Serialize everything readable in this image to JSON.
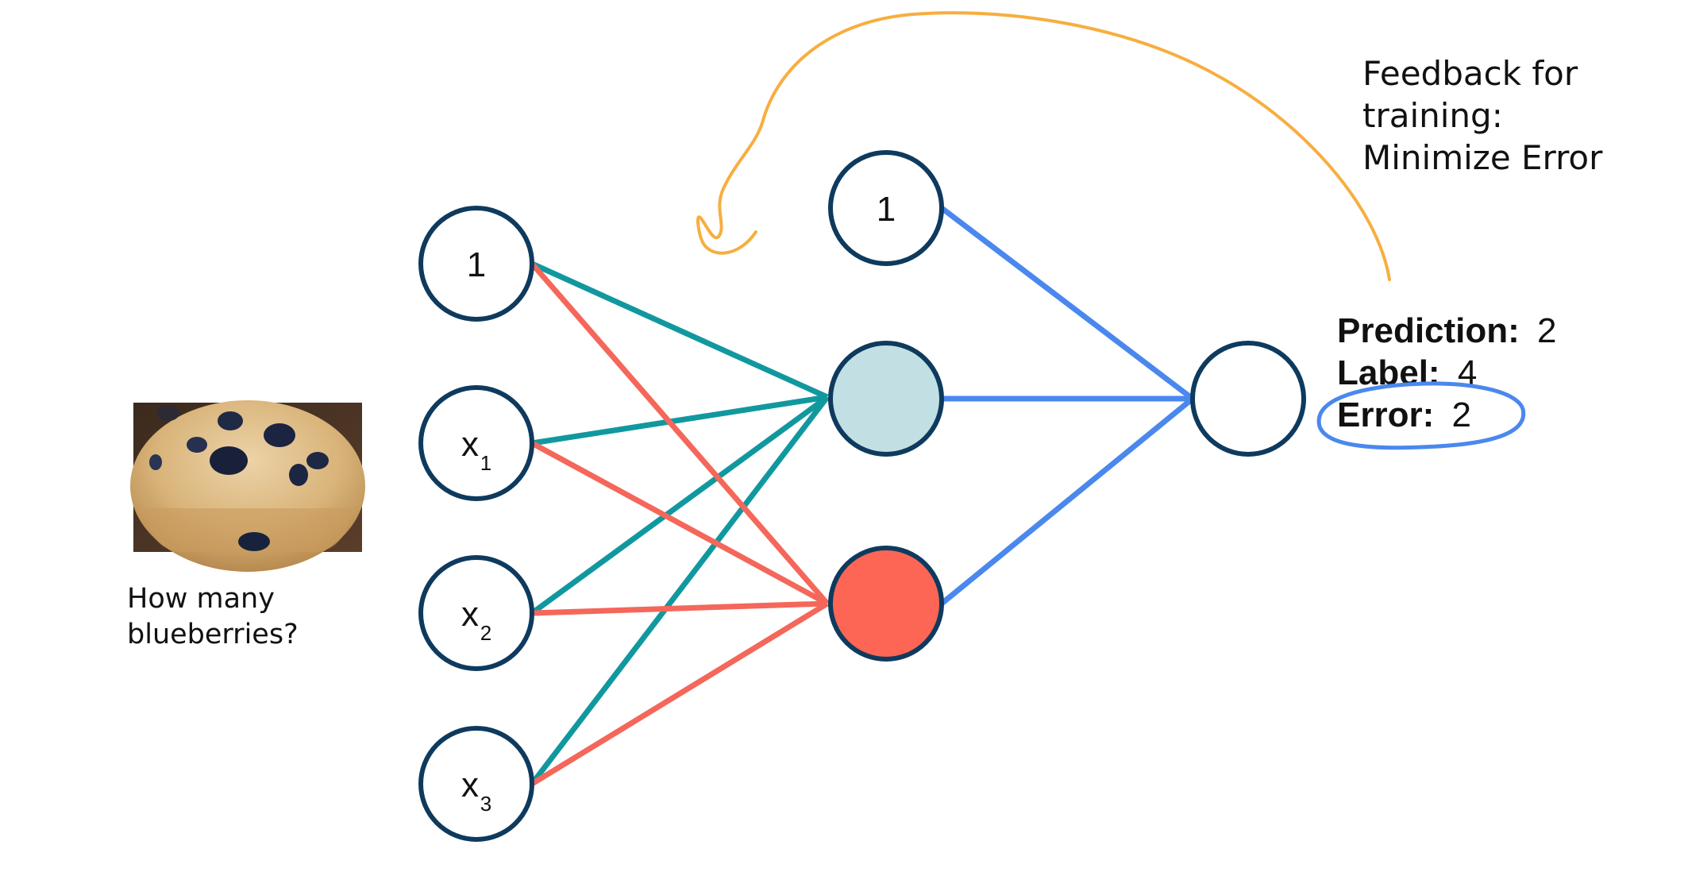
{
  "question": {
    "line1": "How many",
    "line2": "blueberries?"
  },
  "input_nodes": [
    {
      "main": "1",
      "sub": ""
    },
    {
      "main": "x",
      "sub": "1"
    },
    {
      "main": "x",
      "sub": "2"
    },
    {
      "main": "x",
      "sub": "3"
    }
  ],
  "bias_hidden": {
    "main": "1"
  },
  "feedback": {
    "line1": "Feedback for",
    "line2": "training:",
    "line3": "Minimize Error"
  },
  "results": {
    "prediction_key": "Prediction:",
    "prediction_value": "2",
    "label_key": "Label:",
    "label_value": "4",
    "error_key": "Error:",
    "error_value": "2"
  },
  "colors": {
    "node_border": "#0e3a5e",
    "teal_edge": "#11989f",
    "coral_edge": "#f4675a",
    "blue_edge": "#4a88ee",
    "hidden_teal_fill": "#c2dfe4",
    "hidden_coral_fill": "#fd6554",
    "feedback_arrow": "#f7ae3f",
    "error_circle": "#4a88ee"
  },
  "icons": {
    "image": "blueberry-muffin-photo"
  }
}
